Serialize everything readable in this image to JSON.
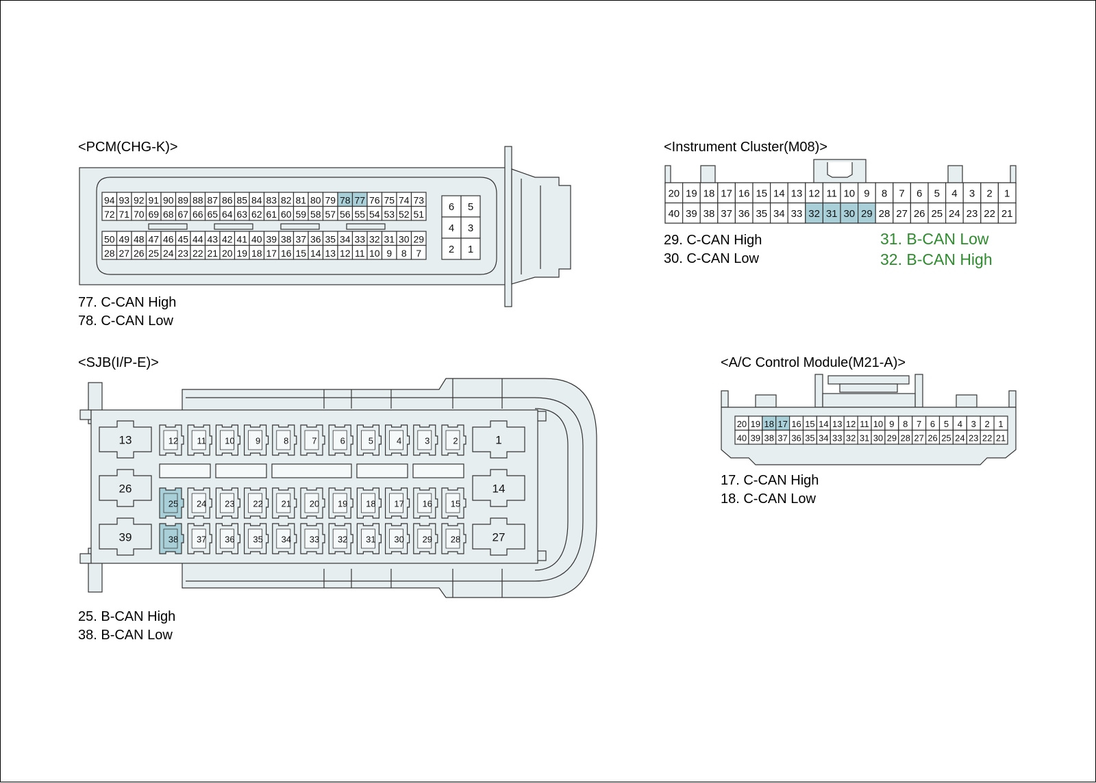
{
  "colors": {
    "highlight": "#a9d0d9",
    "body": "#e6eef0",
    "stroke": "#333333",
    "green_text": "#2e8b2e"
  },
  "connectors": {
    "pcm": {
      "title": "<PCM(CHG-K)>",
      "rows": [
        [
          "94",
          "93",
          "92",
          "91",
          "90",
          "89",
          "88",
          "87",
          "86",
          "85",
          "84",
          "83",
          "82",
          "81",
          "80",
          "79",
          "78",
          "77",
          "76",
          "75",
          "74",
          "73"
        ],
        [
          "72",
          "71",
          "70",
          "69",
          "68",
          "67",
          "66",
          "65",
          "64",
          "63",
          "62",
          "61",
          "60",
          "59",
          "58",
          "57",
          "56",
          "55",
          "54",
          "53",
          "52",
          "51"
        ],
        [
          "50",
          "49",
          "48",
          "47",
          "46",
          "45",
          "44",
          "43",
          "42",
          "41",
          "40",
          "39",
          "38",
          "37",
          "36",
          "35",
          "34",
          "33",
          "32",
          "31",
          "30",
          "29"
        ],
        [
          "28",
          "27",
          "26",
          "25",
          "24",
          "23",
          "22",
          "21",
          "20",
          "19",
          "18",
          "17",
          "16",
          "15",
          "14",
          "13",
          "12",
          "11",
          "10",
          "9",
          "8",
          "7"
        ]
      ],
      "power_pins": [
        [
          "6",
          "5"
        ],
        [
          "4",
          "3"
        ],
        [
          "2",
          "1"
        ]
      ],
      "highlighted": [
        "78",
        "77"
      ],
      "notes": [
        "77. C-CAN High",
        "78. C-CAN Low"
      ]
    },
    "cluster": {
      "title": "<Instrument Cluster(M08)>",
      "rows": [
        [
          "20",
          "19",
          "18",
          "17",
          "16",
          "15",
          "14",
          "13",
          "12",
          "11",
          "10",
          "9",
          "8",
          "7",
          "6",
          "5",
          "4",
          "3",
          "2",
          "1"
        ],
        [
          "40",
          "39",
          "38",
          "37",
          "36",
          "35",
          "34",
          "33",
          "32",
          "31",
          "30",
          "29",
          "28",
          "27",
          "26",
          "25",
          "24",
          "23",
          "22",
          "21"
        ]
      ],
      "highlighted": [
        "32",
        "31",
        "30",
        "29"
      ],
      "notes": [
        "29. C-CAN High",
        "30. C-CAN Low"
      ],
      "notes_green": [
        "31. B-CAN Low",
        "32. B-CAN High"
      ]
    },
    "sjb": {
      "title": "<SJB(I/P-E)>",
      "rows": [
        [
          "12",
          "11",
          "10",
          "9",
          "8",
          "7",
          "6",
          "5",
          "4",
          "3",
          "2"
        ],
        [
          "25",
          "24",
          "23",
          "22",
          "21",
          "20",
          "19",
          "18",
          "17",
          "16",
          "15"
        ],
        [
          "38",
          "37",
          "36",
          "35",
          "34",
          "33",
          "32",
          "31",
          "30",
          "29",
          "28"
        ]
      ],
      "big_left": [
        "13",
        "26",
        "39"
      ],
      "big_right": [
        "1",
        "14",
        "27"
      ],
      "highlighted": [
        "25",
        "38"
      ],
      "notes": [
        "25. B-CAN High",
        "38. B-CAN Low"
      ]
    },
    "ac": {
      "title": "<A/C Control Module(M21-A)>",
      "rows": [
        [
          "20",
          "19",
          "18",
          "17",
          "16",
          "15",
          "14",
          "13",
          "12",
          "11",
          "10",
          "9",
          "8",
          "7",
          "6",
          "5",
          "4",
          "3",
          "2",
          "1"
        ],
        [
          "40",
          "39",
          "38",
          "37",
          "36",
          "35",
          "34",
          "33",
          "32",
          "31",
          "30",
          "29",
          "28",
          "27",
          "26",
          "25",
          "24",
          "23",
          "22",
          "21"
        ]
      ],
      "highlighted": [
        "18",
        "17"
      ],
      "notes": [
        "17. C-CAN High",
        "18. C-CAN Low"
      ]
    }
  }
}
